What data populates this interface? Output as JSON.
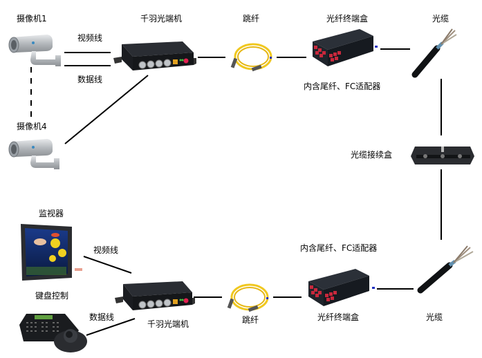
{
  "labels": {
    "camera1": "摄像机1",
    "camera4": "摄像机4",
    "video_line_top": "视频线",
    "data_line_top": "数据线",
    "transceiver_top": "千羽光端机",
    "patch_cord_top": "跳纤",
    "terminal_box_top": "光纤终端盒",
    "terminal_box_top_note": "内含尾纤、FC适配器",
    "cable_top": "光缆",
    "splice_box": "光缆接续盒",
    "monitor": "监视器",
    "keyboard": "键盘控制",
    "video_line_bottom": "视频线",
    "data_line_bottom": "数据线",
    "transceiver_bottom": "千羽光端机",
    "patch_cord_bottom": "跳纤",
    "terminal_box_bottom_note": "内含尾纤、FC适配器",
    "terminal_box_bottom": "光纤终端盒",
    "cable_bottom": "光缆"
  },
  "devices": {
    "camera": "cctv-camera-icon",
    "transceiver": "fiber-optic-transceiver-icon",
    "patch_cord": "fiber-patch-cord-icon",
    "terminal_box": "fiber-terminal-box-icon",
    "cable": "optical-cable-icon",
    "splice_box": "cable-splice-closure-icon",
    "monitor": "monitor-icon",
    "keyboard": "ptz-keyboard-controller-icon"
  },
  "colors": {
    "line": "#000000",
    "device_body": "#1f2228",
    "adapter_red": "#c8283c",
    "patch_yellow": "#f0c820",
    "camera_silver": "#c8ccd0",
    "marker_blue": "#2030c0"
  }
}
